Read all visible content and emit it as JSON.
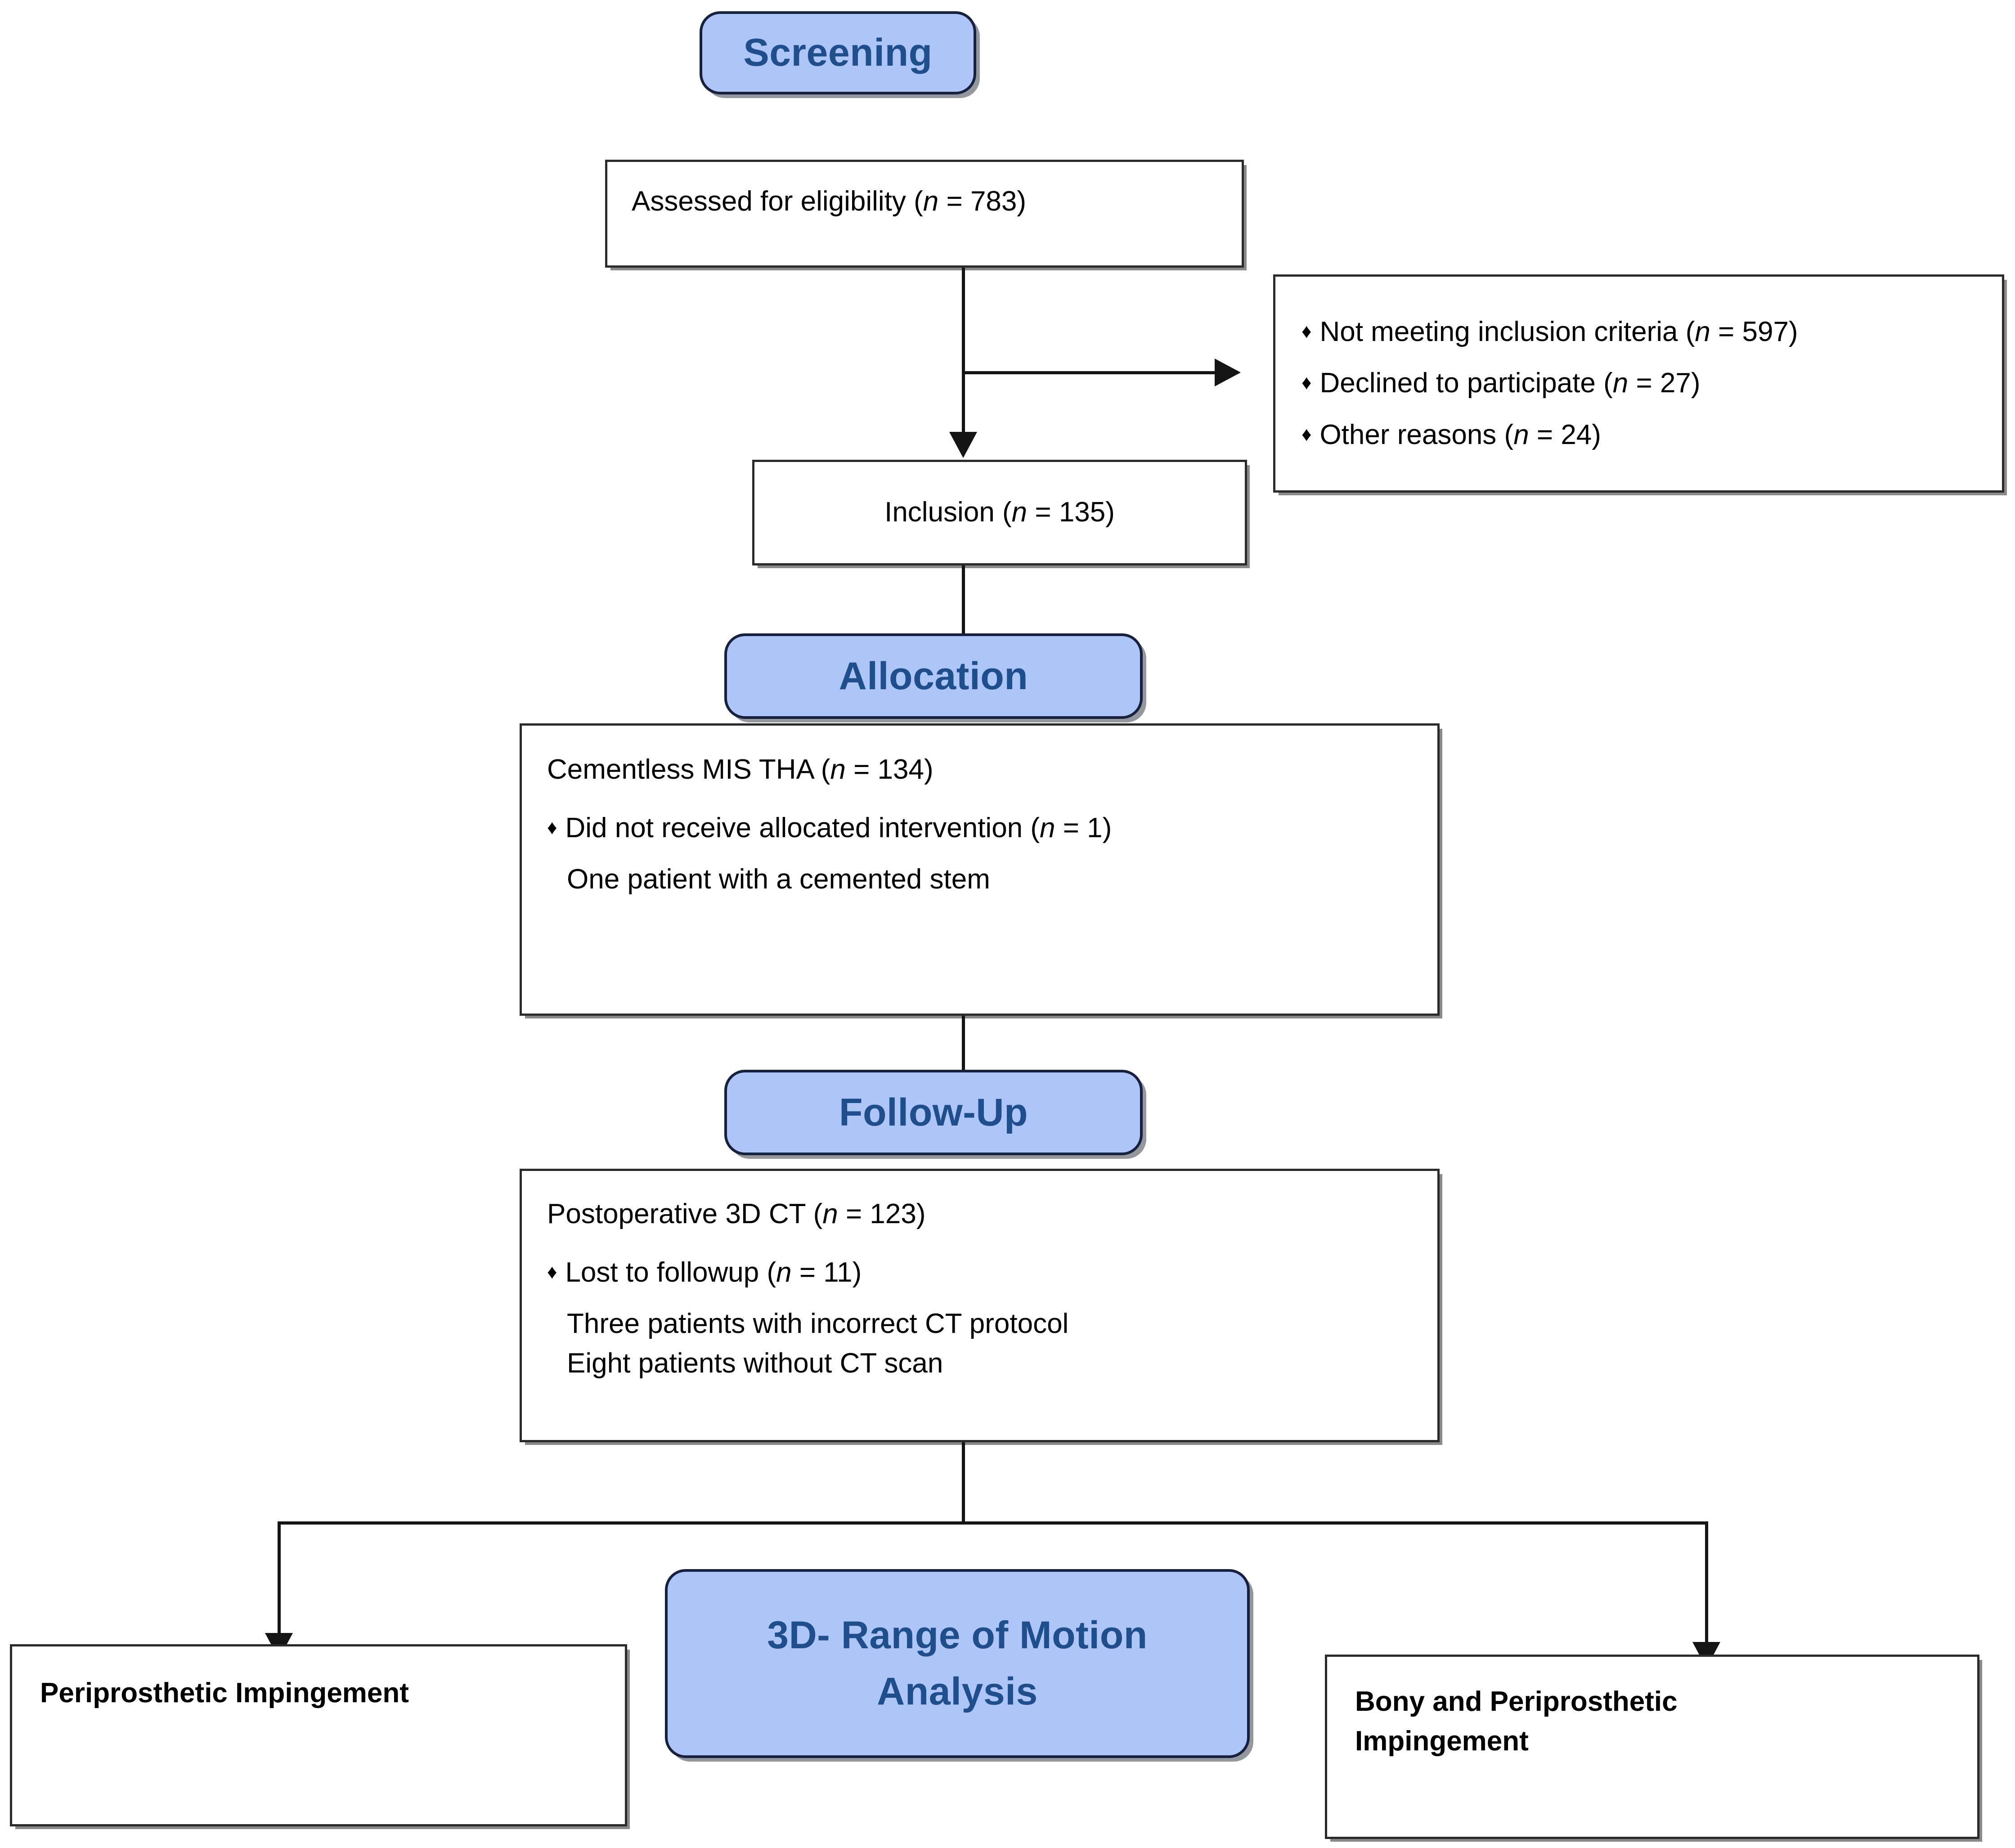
{
  "diagram": {
    "title": "CONSORT-style patient flow diagram",
    "accent_blue_fill": "#aec5f7",
    "accent_blue_text": "#1f4e8c",
    "line_color": "#141414"
  },
  "phases": {
    "screening": "Screening",
    "allocation": "Allocation",
    "followup": "Follow-Up",
    "analysis_line1": "3D- Range of Motion",
    "analysis_line2": "Analysis"
  },
  "boxes": {
    "assessed": {
      "text_before": "Assessed for eligibility (",
      "n": "n",
      "text_after": " = 783)"
    },
    "excluded": {
      "items": [
        {
          "bullet": "♦",
          "before": "Not meeting inclusion criteria (",
          "n": "n",
          "after": " = 597)"
        },
        {
          "bullet": "♦",
          "before": "Declined to participate (",
          "n": "n",
          "after": " = 27)"
        },
        {
          "bullet": "♦",
          "before": "Other reasons (",
          "n": "n",
          "after": " = 24)"
        }
      ]
    },
    "inclusion": {
      "text_before": "Inclusion (",
      "n": "n",
      "text_after": " = 135)"
    },
    "allocated": {
      "heading_before": "Cementless MIS THA (",
      "heading_n": "n",
      "heading_after": " = 134)",
      "bullet": "♦",
      "bullet_before": "Did not receive allocated intervention (",
      "bullet_n": "n",
      "bullet_after": " = 1)",
      "sub_lines": [
        "One patient with a cemented stem"
      ]
    },
    "followup_ct": {
      "heading_before": "Postoperative 3D CT (",
      "heading_n": "n",
      "heading_after": " = 123)",
      "bullet": "♦",
      "bullet_before": "Lost to followup (",
      "bullet_n": "n",
      "bullet_after": " = 11)",
      "sub_lines": [
        "Three patients with incorrect CT protocol",
        "Eight patients without CT scan"
      ]
    },
    "outcome_left": {
      "lines": [
        "Periprosthetic Impingement"
      ]
    },
    "outcome_right": {
      "lines": [
        "Bony and Periprosthetic",
        "Impingement"
      ]
    }
  }
}
